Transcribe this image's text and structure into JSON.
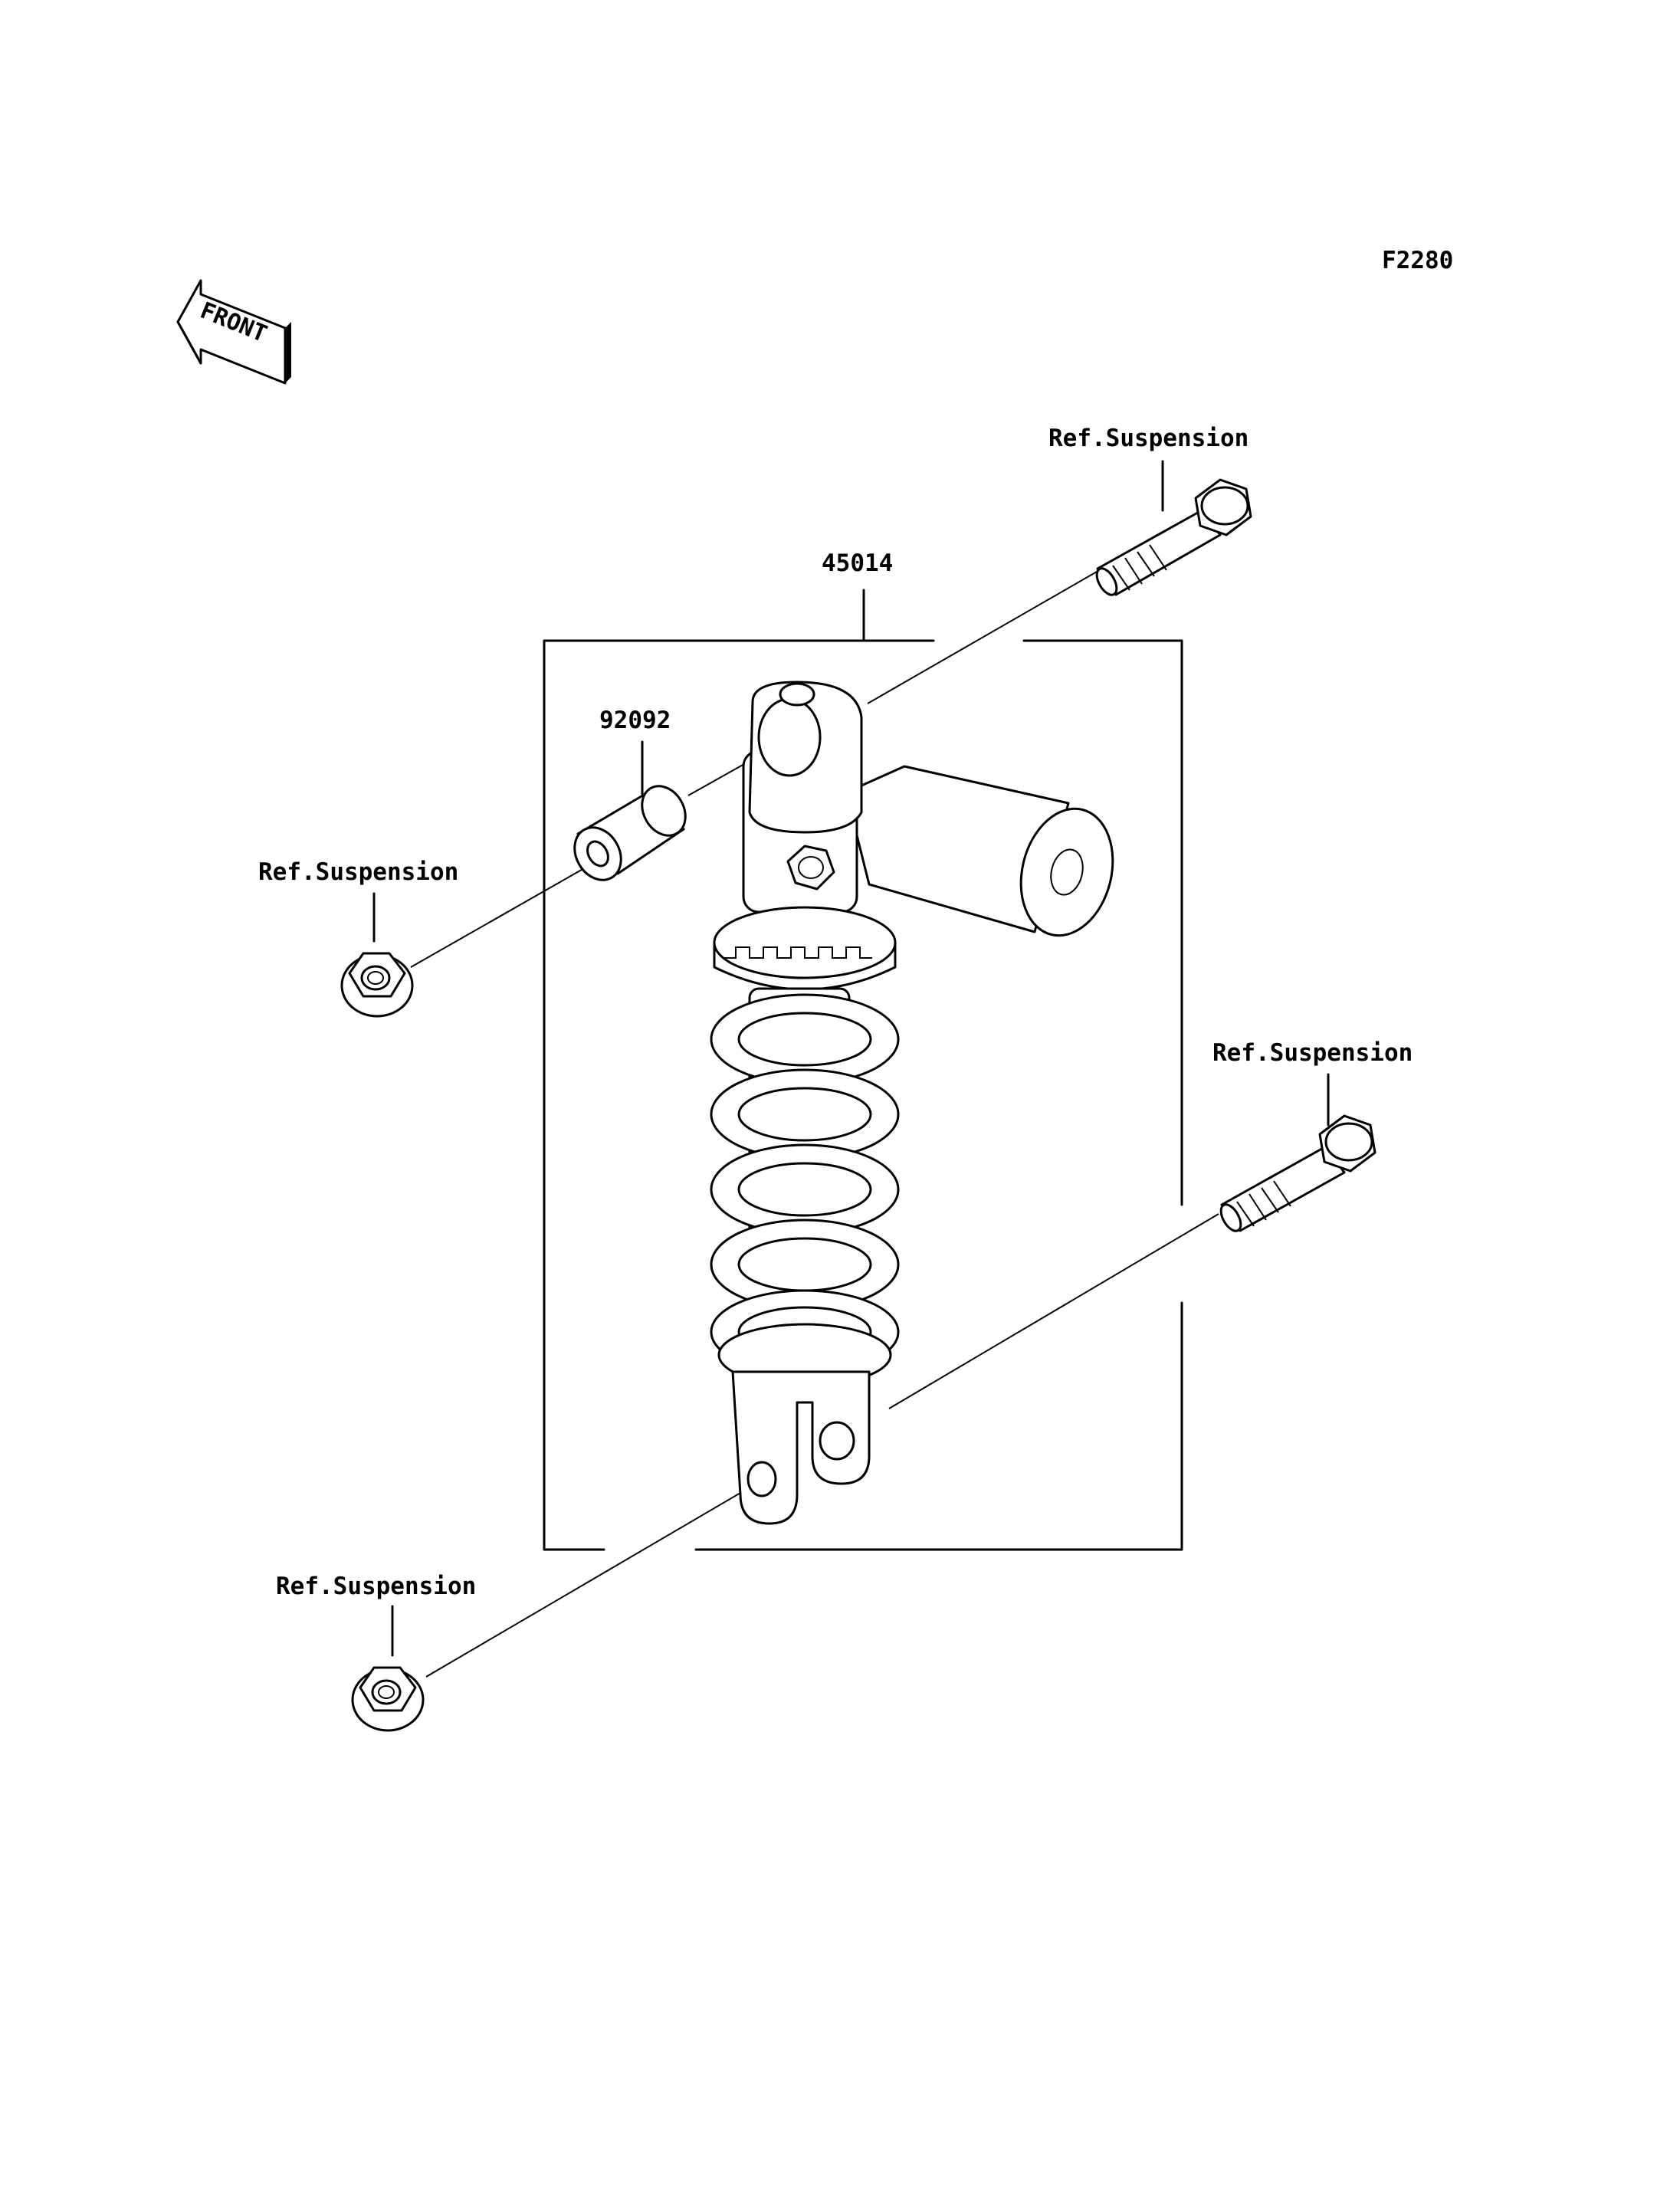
{
  "figure_code": "F2280",
  "front_label": "FRONT",
  "callouts": {
    "ref_top_right": "Ref.Suspension",
    "ref_mid_right": "Ref.Suspension",
    "ref_left": "Ref.Suspension",
    "ref_bottom_left": "Ref.Suspension",
    "part_shock_absorber": "45014",
    "part_collar": "92092"
  }
}
